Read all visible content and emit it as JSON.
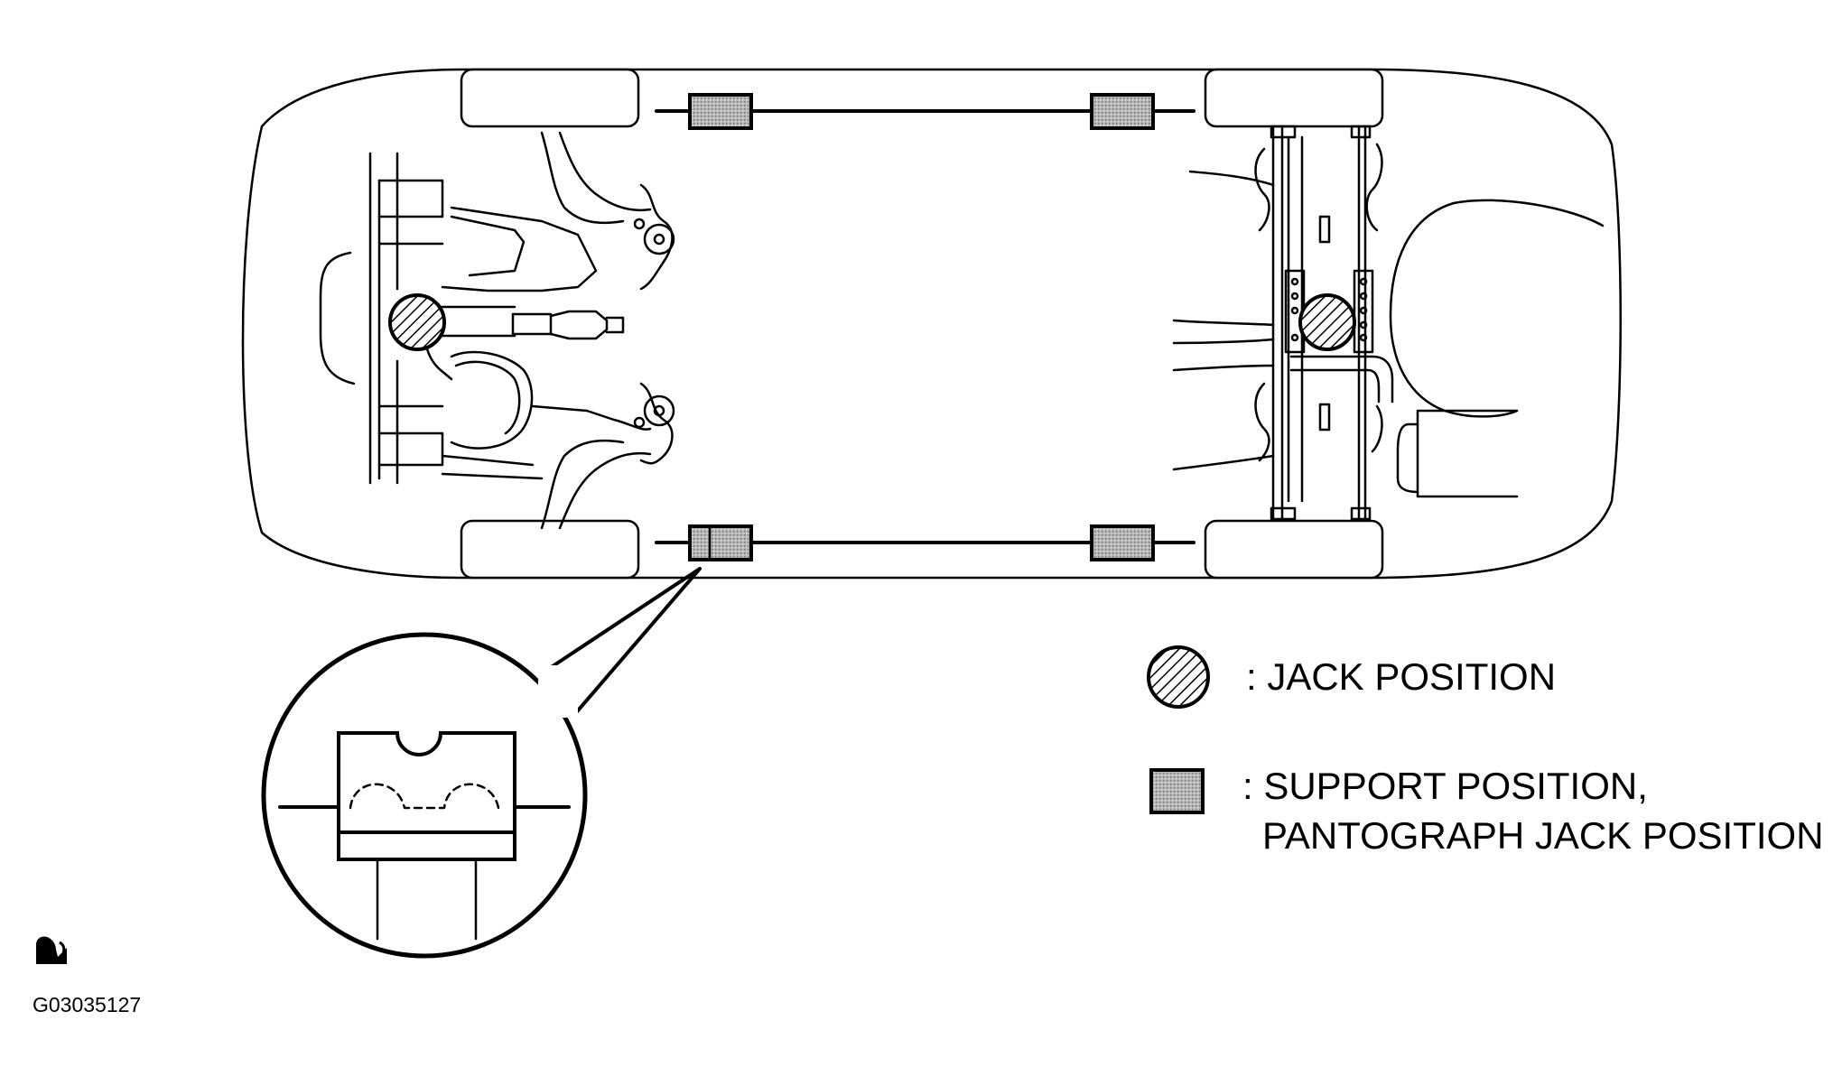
{
  "legend": {
    "jack_position": ": JACK POSITION",
    "support_position_line1": ": SUPPORT POSITION,",
    "support_position_line2": "PANTOGRAPH JACK POSITION"
  },
  "figure_code": "G03035127",
  "colors": {
    "line": "#000000",
    "pad_fill": "#b8b8b8",
    "background": "#ffffff"
  },
  "icons": {
    "jack_symbol": "hatched-circle",
    "support_symbol": "gray-square",
    "bottom_left_mark": "vehicle-symbol-icon"
  }
}
